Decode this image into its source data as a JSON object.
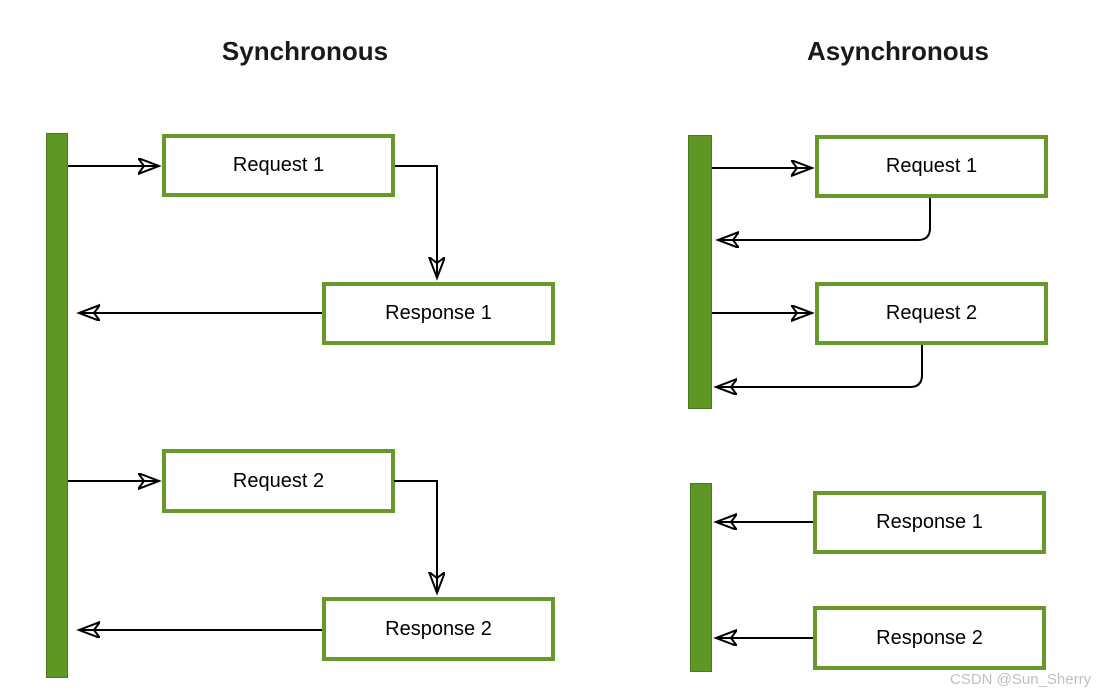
{
  "diagram": {
    "sync": {
      "title": "Synchronous",
      "nodes": [
        {
          "label": "Request 1"
        },
        {
          "label": "Response 1"
        },
        {
          "label": "Request 2"
        },
        {
          "label": "Response 2"
        }
      ],
      "flow": [
        "lifeline -> Request 1",
        "Request 1 -> Response 1",
        "Response 1 -> lifeline",
        "lifeline -> Request 2",
        "Request 2 -> Response 2",
        "Response 2 -> lifeline"
      ]
    },
    "async": {
      "title": "Asynchronous",
      "nodes": [
        {
          "label": "Request 1"
        },
        {
          "label": "Request 2"
        },
        {
          "label": "Response 1"
        },
        {
          "label": "Response 2"
        }
      ],
      "flow": [
        "lifeline -> Request 1",
        "Request 1 -> lifeline",
        "lifeline -> Request 2",
        "Request 2 -> lifeline",
        "Response 1 -> lifeline",
        "Response 2 -> lifeline"
      ]
    },
    "watermark": "CSDN @Sun_Sherry"
  },
  "colors": {
    "node_border": "#67992d",
    "bar_fill": "#5e9723",
    "bar_stroke": "#4e7a1b",
    "arrow": "#000000",
    "title_text": "#1a1a1a",
    "watermark": "#c0c0c0"
  }
}
